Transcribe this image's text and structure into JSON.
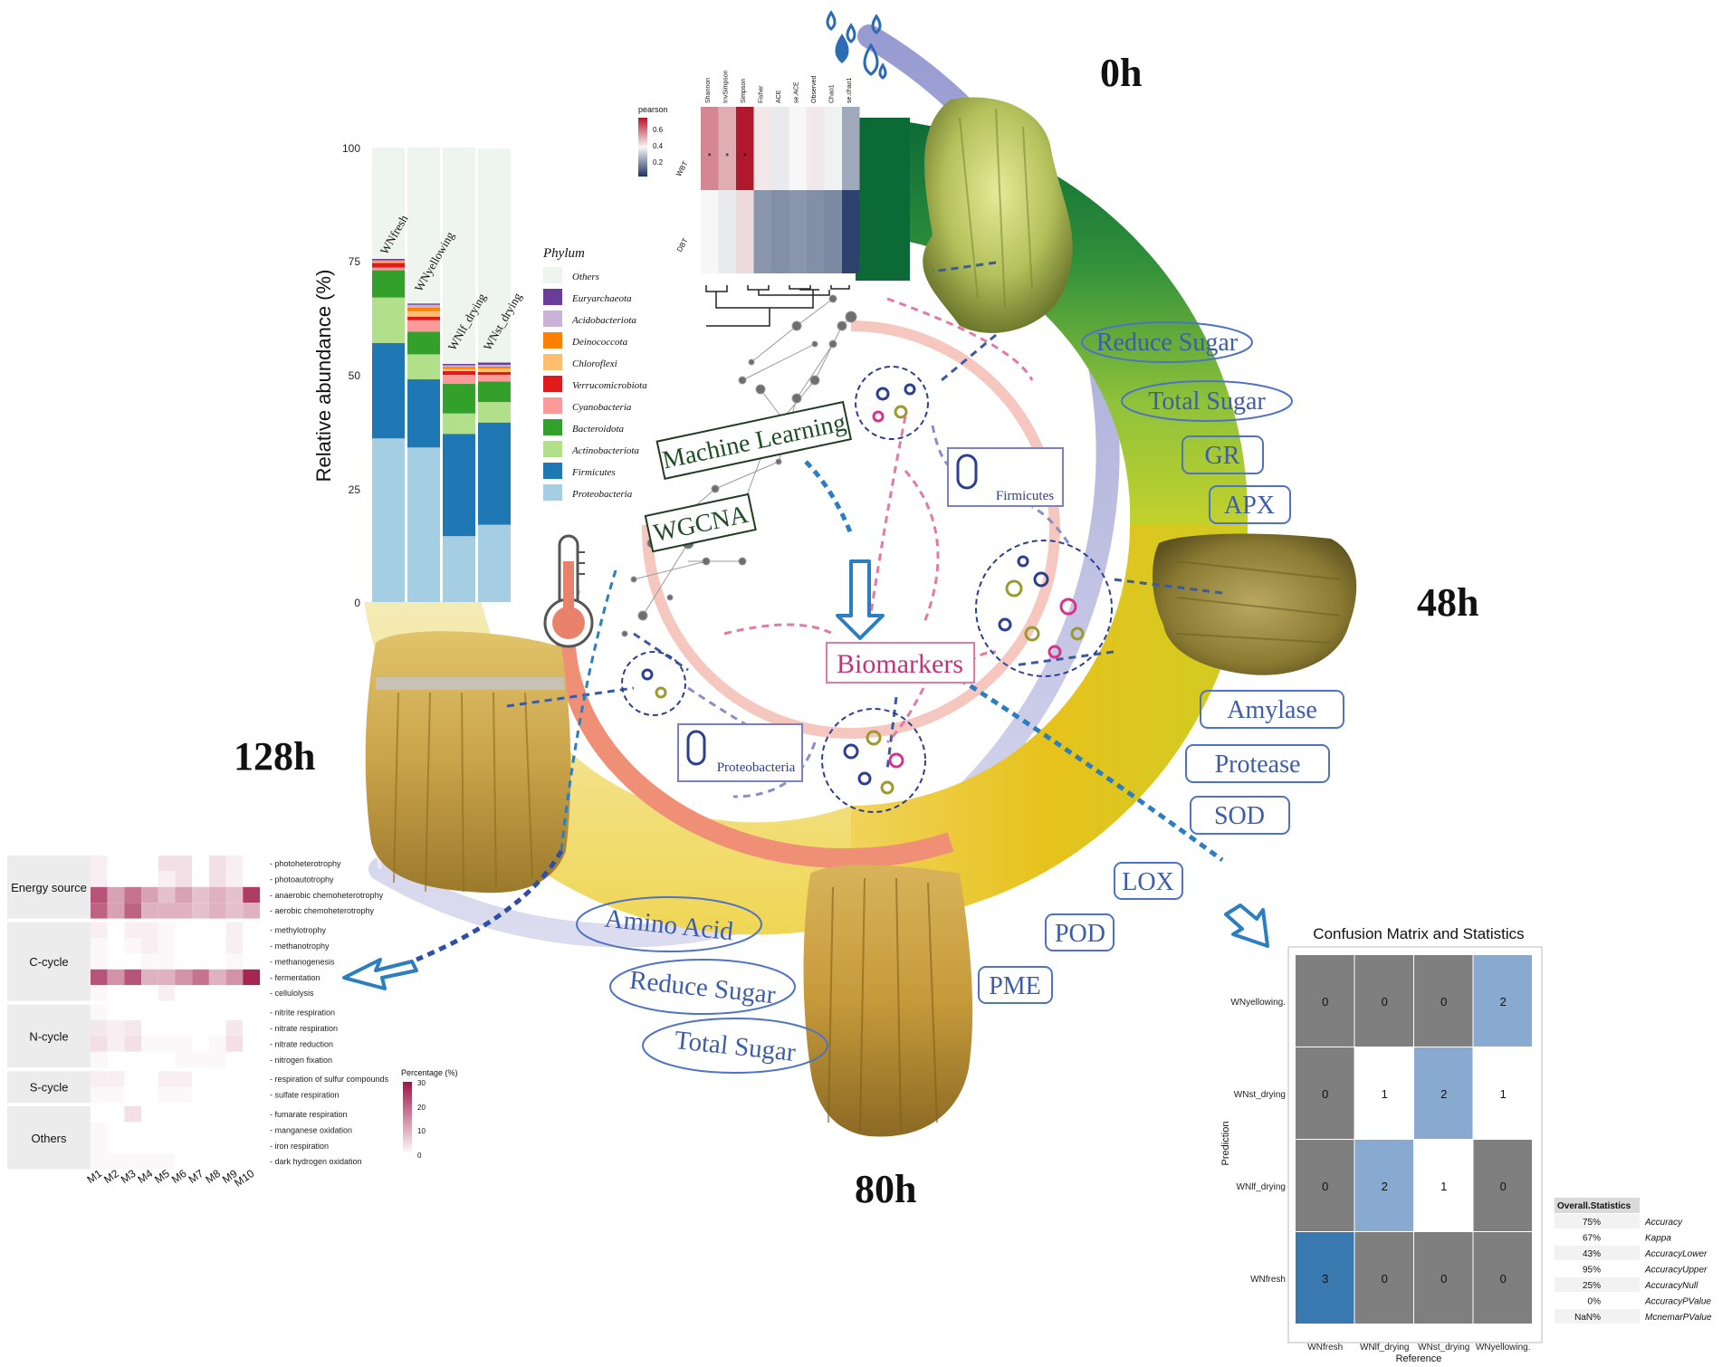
{
  "stage_labels": [
    "0h",
    "48h",
    "80h",
    "128h"
  ],
  "green_tags": [
    "Reduce Sugar",
    "Total Sugar",
    "GR",
    "APX",
    "Amylase",
    "Protease",
    "SOD"
  ],
  "yellow_tags": [
    "LOX",
    "POD",
    "PME"
  ],
  "amber_tags": [
    "Amino Acid",
    "Reduce Sugar",
    "Total Sugar"
  ],
  "center": {
    "machine_learning": "Machine Learning",
    "wgcna": "WGCNA",
    "biomarkers": "Biomarkers",
    "firmicutes": "Firmicutes",
    "proteobacteria": "Proteobacteria"
  },
  "colors": {
    "ring_green_dark": "#0d6b37",
    "ring_green_light": "#9cc83a",
    "ring_yellow": "#e0c522",
    "ring_pale": "#efe49a",
    "outer_arc": "#9ea1d2",
    "inner_arc": "#f3a087",
    "tag_text": "#3e5da8"
  },
  "abundance_chart": {
    "ylabel": "Relative abundance (%)",
    "yticks": [
      "0",
      "25",
      "50",
      "75",
      "100"
    ],
    "ylim": [
      0,
      100
    ],
    "groups": [
      "WNfresh",
      "WNyellowing",
      "WNlf_drying",
      "WNst_drying"
    ],
    "legend_title": "Phylum",
    "phyla": [
      "Others",
      "Euryarchaeota",
      "Acidobacteriota",
      "Deinococcota",
      "Chloroflexi",
      "Verrucomicrobiota",
      "Cyanobacteria",
      "Bacteroidota",
      "Actinobacteriota",
      "Firmicutes",
      "Proteobacteria"
    ],
    "phylum_colors": [
      "#eef5ee",
      "#6a3d9a",
      "#cab2d6",
      "#ff7f00",
      "#fdbf6f",
      "#e31a1c",
      "#fb9a99",
      "#33a02c",
      "#b2df8a",
      "#1f78b4",
      "#a6cee3"
    ]
  },
  "heatmap_chart": {
    "scale_title": "pearson",
    "scale_ticks": [
      "0.6",
      "0.4",
      "0.2"
    ],
    "columns": [
      "Shannon",
      "InvSimpson",
      "Simpson",
      "Fisher",
      "ACE",
      "se.ACE",
      "Observed",
      "Chao1",
      "se.chao1"
    ],
    "rows": [
      "WBT",
      "DBT"
    ]
  },
  "function_chart": {
    "categories": [
      "Energy source",
      "C-cycle",
      "N-cycle",
      "S-cycle",
      "Others"
    ],
    "rows": [
      "photoheterotrophy",
      "photoautotrophy",
      "anaerobic chemoheterotrophy",
      "aerobic chemoheterotrophy",
      "methylotrophy",
      "methanotrophy",
      "methanogenesis",
      "fermentation",
      "cellulolysis",
      "nitrite respiration",
      "nitrate respiration",
      "nitrate reduction",
      "nitrogen fixation",
      "respiration of sulfur compounds",
      "sulfate respiration",
      "fumarate respiration",
      "manganese oxidation",
      "iron respiration",
      "dark hydrogen oxidation"
    ],
    "columns": [
      "M1",
      "M2",
      "M3",
      "M4",
      "M5",
      "M6",
      "M7",
      "M8",
      "M9",
      "M10"
    ],
    "legend_title": "Percentage (%)",
    "legend_ticks": [
      "30",
      "20",
      "10",
      "0"
    ]
  },
  "confusion": {
    "title": "Confusion Matrix and Statistics",
    "ylabel": "Prediction",
    "xlabel": "Reference",
    "pred_labels": [
      "WNyellowing.",
      "WNst_drying",
      "WNlf_drying",
      "WNfresh"
    ],
    "ref_labels": [
      "WNfresh",
      "WNlf_drying",
      "WNst_drying",
      "WNyellowing."
    ],
    "stats_header": "Overall.Statistics",
    "stats": [
      {
        "value": "75%",
        "name": "Accuracy"
      },
      {
        "value": "67%",
        "name": "Kappa"
      },
      {
        "value": "43%",
        "name": "AccuracyLower"
      },
      {
        "value": "95%",
        "name": "AccuracyUpper"
      },
      {
        "value": "25%",
        "name": "AccuracyNull"
      },
      {
        "value": "0%",
        "name": "AccuracyPValue"
      },
      {
        "value": "NaN%",
        "name": "McnemarPValue"
      }
    ]
  },
  "chart_data": [
    {
      "type": "bar",
      "stacked": true,
      "ylabel": "Relative abundance (%)",
      "ylim": [
        0,
        100
      ],
      "categories": [
        "WNfresh",
        "WNyellowing",
        "WNlf_drying",
        "WNst_drying"
      ],
      "series": [
        {
          "name": "Proteobacteria",
          "values": [
            36,
            34,
            14.5,
            17
          ]
        },
        {
          "name": "Firmicutes",
          "values": [
            21,
            15,
            22.5,
            22.5
          ]
        },
        {
          "name": "Actinobacteriota",
          "values": [
            10,
            5.5,
            4.5,
            4.5
          ]
        },
        {
          "name": "Bacteroidota",
          "values": [
            6,
            5,
            6.5,
            4.5
          ]
        },
        {
          "name": "Cyanobacteria",
          "values": [
            0.6,
            2.5,
            2,
            1.5
          ]
        },
        {
          "name": "Verrucomicrobiota",
          "values": [
            1,
            0.8,
            0.8,
            0.6
          ]
        },
        {
          "name": "Chloroflexi",
          "values": [
            0.3,
            1.2,
            0.5,
            0.8
          ]
        },
        {
          "name": "Deinococcota",
          "values": [
            0.1,
            0.8,
            0.4,
            0.4
          ]
        },
        {
          "name": "Acidobacteriota",
          "values": [
            0.2,
            0.6,
            0.4,
            0.4
          ]
        },
        {
          "name": "Euryarchaeota",
          "values": [
            0.3,
            0.3,
            0.3,
            0.5
          ]
        },
        {
          "name": "Others",
          "values": [
            24.5,
            34.3,
            47.6,
            47.1
          ]
        }
      ]
    },
    {
      "type": "heatmap",
      "title": "pearson",
      "x": [
        "Shannon",
        "InvSimpson",
        "Simpson",
        "Fisher",
        "ACE",
        "se.ACE",
        "Observed",
        "Chao1",
        "se.chao1"
      ],
      "y": [
        "WBT",
        "DBT"
      ],
      "values": [
        [
          0.55,
          0.5,
          0.7,
          0.42,
          0.38,
          0.4,
          0.42,
          0.39,
          0.28
        ],
        [
          0.4,
          0.38,
          0.44,
          0.25,
          0.24,
          0.25,
          0.24,
          0.23,
          0.12
        ]
      ],
      "marks": [
        [
          "*",
          "*",
          "*",
          "",
          "",
          "",
          "",
          "",
          ""
        ],
        [
          "",
          "",
          "",
          "",
          "",
          "",
          "",
          "",
          ""
        ]
      ]
    },
    {
      "type": "heatmap",
      "title": "Percentage (%)",
      "x": [
        "M1",
        "M2",
        "M3",
        "M4",
        "M5",
        "M6",
        "M7",
        "M8",
        "M9",
        "M10"
      ],
      "y": [
        "photoheterotrophy",
        "photoautotrophy",
        "anaerobic chemoheterotrophy",
        "aerobic chemoheterotrophy",
        "methylotrophy",
        "methanotrophy",
        "methanogenesis",
        "fermentation",
        "cellulolysis",
        "nitrite respiration",
        "nitrate respiration",
        "nitrate reduction",
        "nitrogen fixation",
        "respiration of sulfur compounds",
        "sulfate respiration",
        "fumarate respiration",
        "manganese oxidation",
        "iron respiration",
        "dark hydrogen oxidation"
      ],
      "values": [
        [
          2,
          0,
          0,
          0,
          4,
          4,
          0,
          4,
          2,
          0
        ],
        [
          2,
          0,
          0,
          0,
          2,
          4,
          0,
          4,
          2,
          0
        ],
        [
          22,
          12,
          18,
          12,
          8,
          12,
          8,
          10,
          8,
          25
        ],
        [
          20,
          12,
          20,
          10,
          10,
          10,
          8,
          10,
          8,
          10
        ],
        [
          2,
          0,
          2,
          2,
          1,
          0,
          0,
          0,
          2,
          0
        ],
        [
          1,
          0,
          1,
          2,
          1,
          0,
          0,
          0,
          2,
          0
        ],
        [
          1,
          0,
          0,
          1,
          1,
          0,
          0,
          0,
          1,
          0
        ],
        [
          22,
          14,
          22,
          10,
          10,
          14,
          18,
          10,
          14,
          28
        ],
        [
          1,
          0,
          0,
          0,
          2,
          0,
          0,
          0,
          0,
          0
        ],
        [
          1,
          0,
          0,
          0,
          0,
          0,
          0,
          0,
          0,
          0
        ],
        [
          3,
          2,
          3,
          0,
          0,
          0,
          0,
          0,
          3,
          0
        ],
        [
          4,
          2,
          4,
          1,
          1,
          1,
          0,
          1,
          4,
          0
        ],
        [
          1,
          0,
          0,
          0,
          0,
          1,
          1,
          1,
          0,
          0
        ],
        [
          2,
          2,
          0,
          0,
          2,
          2,
          0,
          0,
          0,
          0
        ],
        [
          1,
          1,
          0,
          0,
          1,
          1,
          0,
          0,
          0,
          0
        ],
        [
          0,
          0,
          4,
          0,
          0,
          0,
          0,
          0,
          0,
          0
        ],
        [
          1,
          0,
          0,
          0,
          0,
          0,
          0,
          0,
          0,
          0
        ],
        [
          1,
          0,
          0,
          0,
          0,
          0,
          0,
          0,
          0,
          0
        ],
        [
          1,
          1,
          1,
          1,
          1,
          0,
          0,
          0,
          0,
          0
        ]
      ],
      "zlim": [
        0,
        30
      ]
    },
    {
      "type": "heatmap",
      "title": "Confusion Matrix and Statistics",
      "xlabel": "Reference",
      "ylabel": "Prediction",
      "x": [
        "WNfresh",
        "WNlf_drying",
        "WNst_drying",
        "WNyellowing."
      ],
      "y": [
        "WNyellowing.",
        "WNst_drying",
        "WNlf_drying",
        "WNfresh"
      ],
      "values": [
        [
          0,
          0,
          0,
          2
        ],
        [
          0,
          1,
          2,
          1
        ],
        [
          0,
          2,
          1,
          0
        ],
        [
          3,
          0,
          0,
          0
        ]
      ]
    },
    {
      "type": "table",
      "title": "Overall.Statistics",
      "rows": [
        [
          "75%",
          "Accuracy"
        ],
        [
          "67%",
          "Kappa"
        ],
        [
          "43%",
          "AccuracyLower"
        ],
        [
          "95%",
          "AccuracyUpper"
        ],
        [
          "25%",
          "AccuracyNull"
        ],
        [
          "0%",
          "AccuracyPValue"
        ],
        [
          "NaN%",
          "McnemarPValue"
        ]
      ]
    }
  ]
}
